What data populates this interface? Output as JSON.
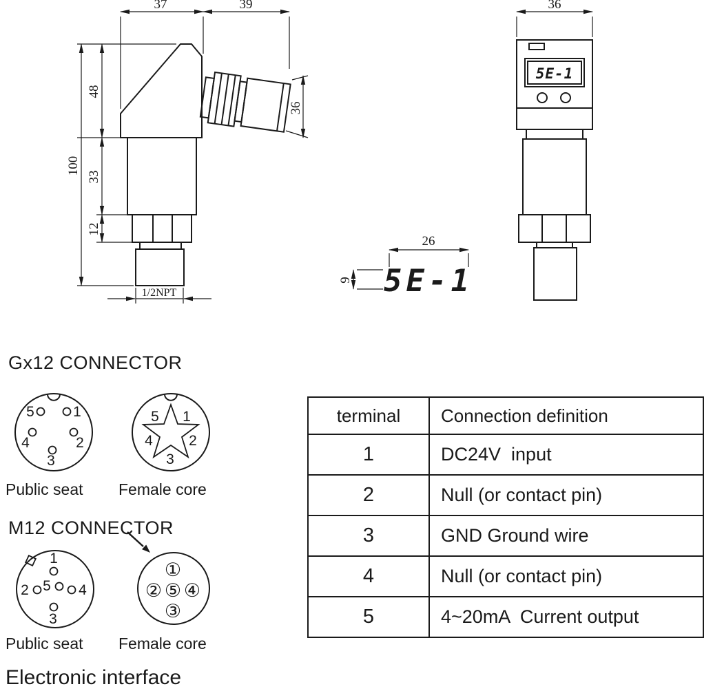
{
  "side_view": {
    "dims": {
      "top_left": "37",
      "top_right": "39",
      "head_height": "48",
      "body_height": "33",
      "hex_height": "12",
      "total_height": "100",
      "connector_dia": "36"
    },
    "thread_label": "1/2NPT"
  },
  "front_view": {
    "width_dim": "36",
    "display_text": "5E-1"
  },
  "display_detail": {
    "width_dim": "26",
    "height_dim": "9",
    "display_text": "5E-1"
  },
  "gx12": {
    "title": "Gx12 CONNECTOR",
    "public_label": "Public seat",
    "female_label": "Female core",
    "public_pins": [
      "5",
      "1",
      "4",
      "2",
      "3"
    ],
    "female_pins": [
      "5",
      "1",
      "4",
      "2",
      "3"
    ]
  },
  "m12": {
    "title": "M12 CONNECTOR",
    "public_label": "Public seat",
    "female_label": "Female core",
    "public_pins": [
      "1",
      "5",
      "2",
      "4",
      "3"
    ],
    "female_pins": [
      "①",
      "②",
      "⑤",
      "④",
      "③"
    ]
  },
  "table": {
    "headers": [
      "terminal",
      "Connection definition"
    ],
    "rows": [
      {
        "terminal": "1",
        "definition": "DC24V  input"
      },
      {
        "terminal": "2",
        "definition": "Null (or contact pin)"
      },
      {
        "terminal": "3",
        "definition": "GND Ground wire"
      },
      {
        "terminal": "4",
        "definition": "Null (or contact pin)"
      },
      {
        "terminal": "5",
        "definition": "4~20mA  Current output"
      }
    ]
  },
  "footer": {
    "label": "Electronic interface"
  }
}
